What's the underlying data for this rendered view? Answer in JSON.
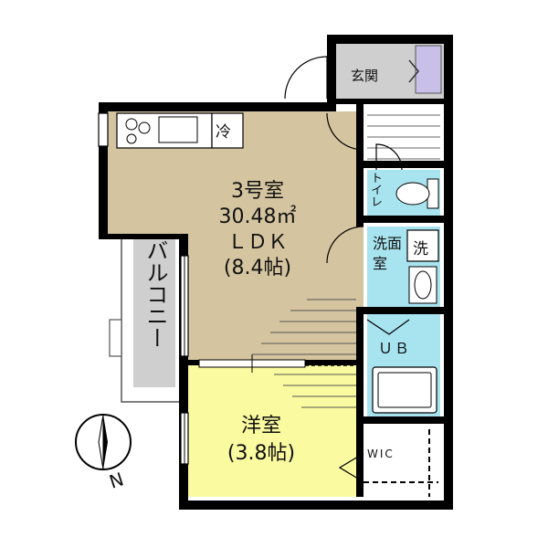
{
  "colors": {
    "ldk": "#d4c5a0",
    "bedroom": "#fafaa0",
    "wet": "#a8e4f0",
    "entrance": "#cfcfcf",
    "balcony": "#cfcfcf",
    "wall": "#000000",
    "closet": "#c8c0e8"
  },
  "rooms": {
    "ldk": {
      "name": "3号室",
      "area": "30.48㎡",
      "type": "ＬＤＫ",
      "size": "(8.4帖)"
    },
    "bedroom": {
      "name": "洋室",
      "size": "(3.8帖)"
    },
    "entrance": "玄関",
    "fridge": "冷",
    "toilet": "トイレ",
    "washroom": "洗面室",
    "washer": "洗",
    "bath": "ＵＢ",
    "closet": "WIC",
    "balcony": "バルコニー"
  },
  "compass": {
    "label": "N"
  }
}
